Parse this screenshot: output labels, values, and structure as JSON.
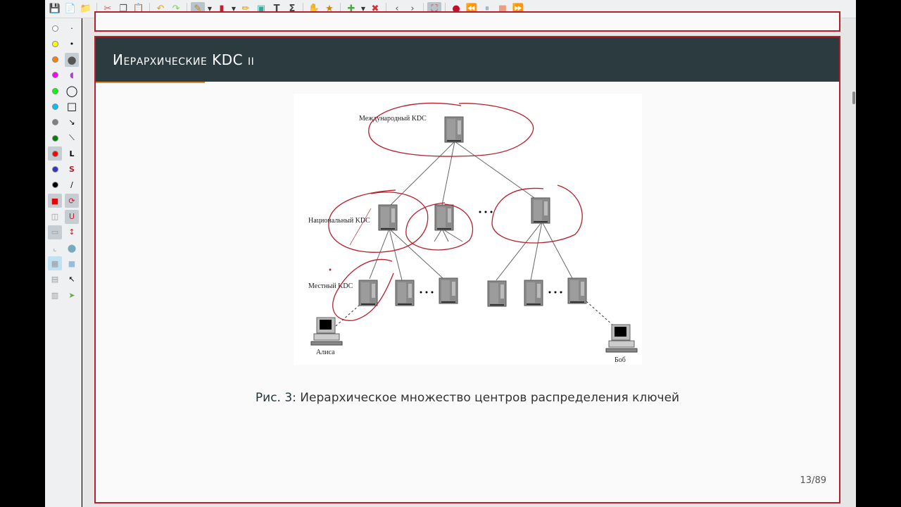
{
  "toolbar": {
    "icons": [
      "save-icon",
      "new-page-icon",
      "open-icon",
      "cut-icon",
      "copy-icon",
      "paste-icon",
      "undo-icon",
      "redo-icon",
      "pen-icon",
      "eraser-icon",
      "highlighter-icon",
      "image-icon",
      "text-icon",
      "latex-icon",
      "hand-icon",
      "tool-defaults-icon",
      "add-page-icon",
      "delete-page-icon",
      "previous-icon",
      "next-icon",
      "fullscreen-icon",
      "record-icon",
      "rewind-icon",
      "pause-icon",
      "stop-icon",
      "forward-icon"
    ]
  },
  "sidebar": {
    "colors": [
      "#ffffff",
      "#ffff00",
      "#ff8000",
      "#ff00ff",
      "#00ff00",
      "#00c0ff",
      "#808080",
      "#008000",
      "#ff0000",
      "#3333cc",
      "#000000"
    ],
    "accent": "#b5202c"
  },
  "slide": {
    "title": "Иерархические KDC  ii",
    "caption_label": "Рис. 3:",
    "caption_text": " Иерархическое множество центров распределения ключей",
    "page_number": "13/89"
  },
  "diagram": {
    "label_international": "Международный KDC",
    "label_national": "Национальный  KDC",
    "label_local": "Местный KDC",
    "label_alice": "Алиса",
    "label_bob": "Боб"
  }
}
